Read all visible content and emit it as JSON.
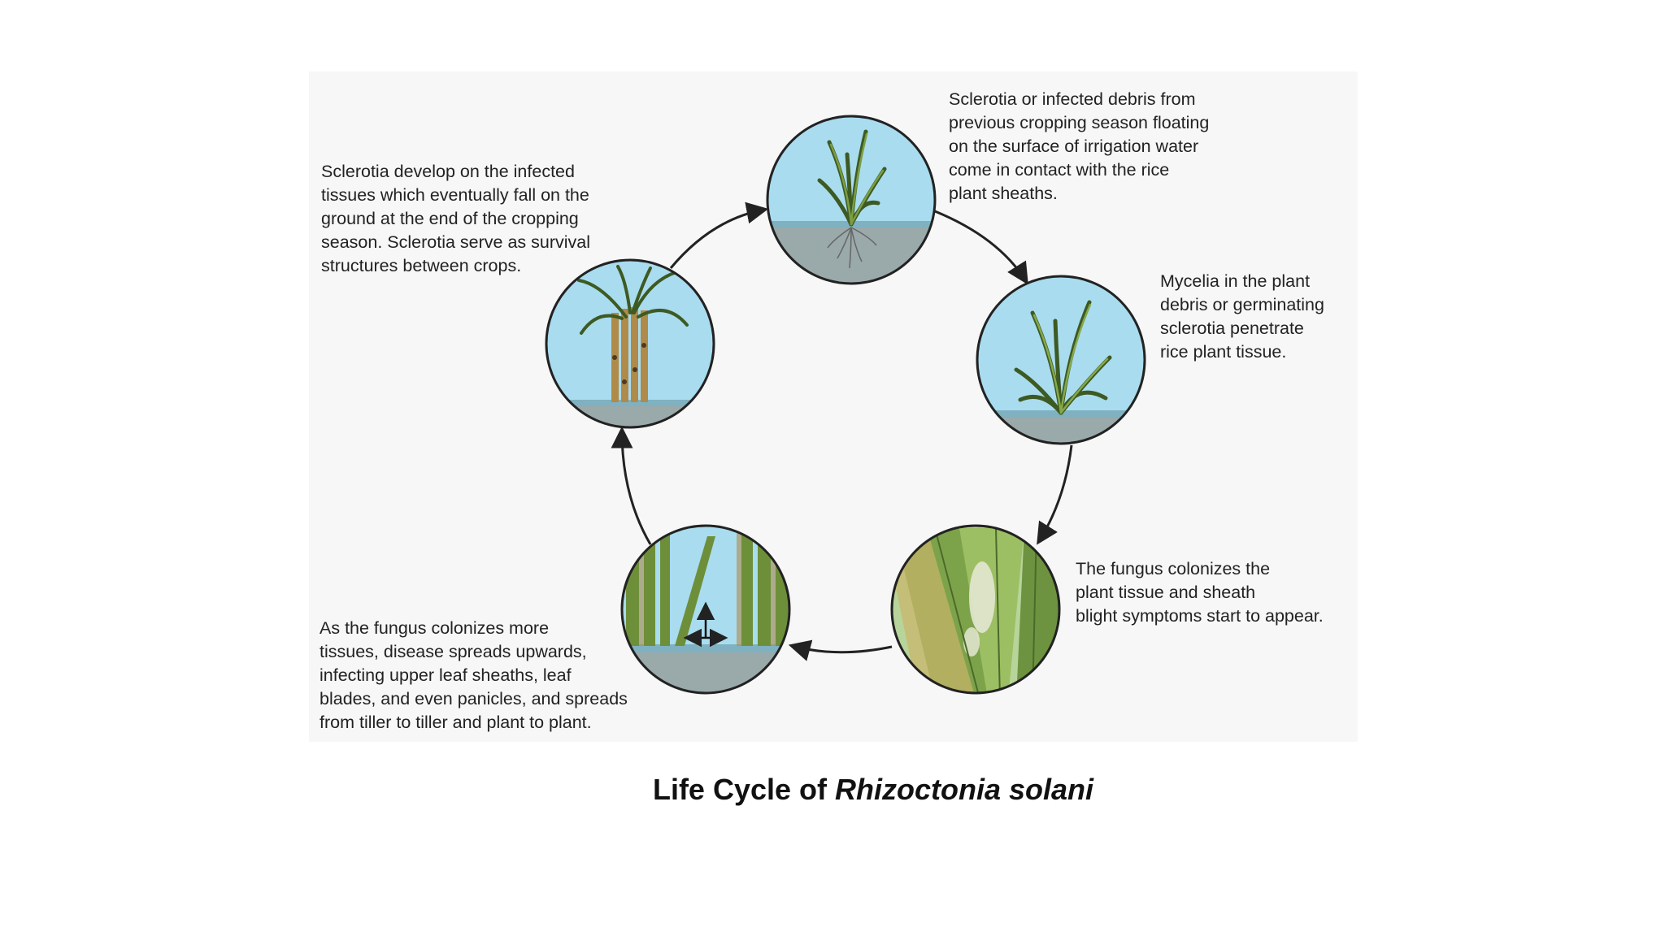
{
  "diagram": {
    "stages": [
      {
        "id": "stage-1",
        "text": "Sclerotia or infected debris from\nprevious cropping season floating\non the surface of irrigation water\ncome in contact with the rice\nplant sheaths."
      },
      {
        "id": "stage-2",
        "text": "Mycelia in the plant\ndebris or germinating\nsclerotia penetrate\nrice plant tissue."
      },
      {
        "id": "stage-3",
        "text": "The fungus colonizes the\nplant tissue and sheath\nblight symptoms start to appear."
      },
      {
        "id": "stage-4",
        "text": "As the fungus colonizes more\ntissues, disease spreads upwards,\ninfecting upper leaf sheaths, leaf\nblades, and even panicles, and spreads\nfrom tiller to tiller and plant to plant."
      },
      {
        "id": "stage-5",
        "text": "Sclerotia develop on the infected\ntissues which eventually fall on the\nground at the end of the cropping\nseason. Sclerotia serve as survival\nstructures between crops."
      }
    ],
    "colors": {
      "sky": "#a9dcef",
      "water": "#8fb9c3",
      "soil": "#9aa9aa",
      "leaf": "#6e8f3a",
      "leaf_dark": "#3d5a22",
      "stem": "#b08a48",
      "outline": "#222222"
    }
  },
  "caption": {
    "prefix": "Life Cycle of ",
    "species": "Rhizoctonia solani"
  }
}
